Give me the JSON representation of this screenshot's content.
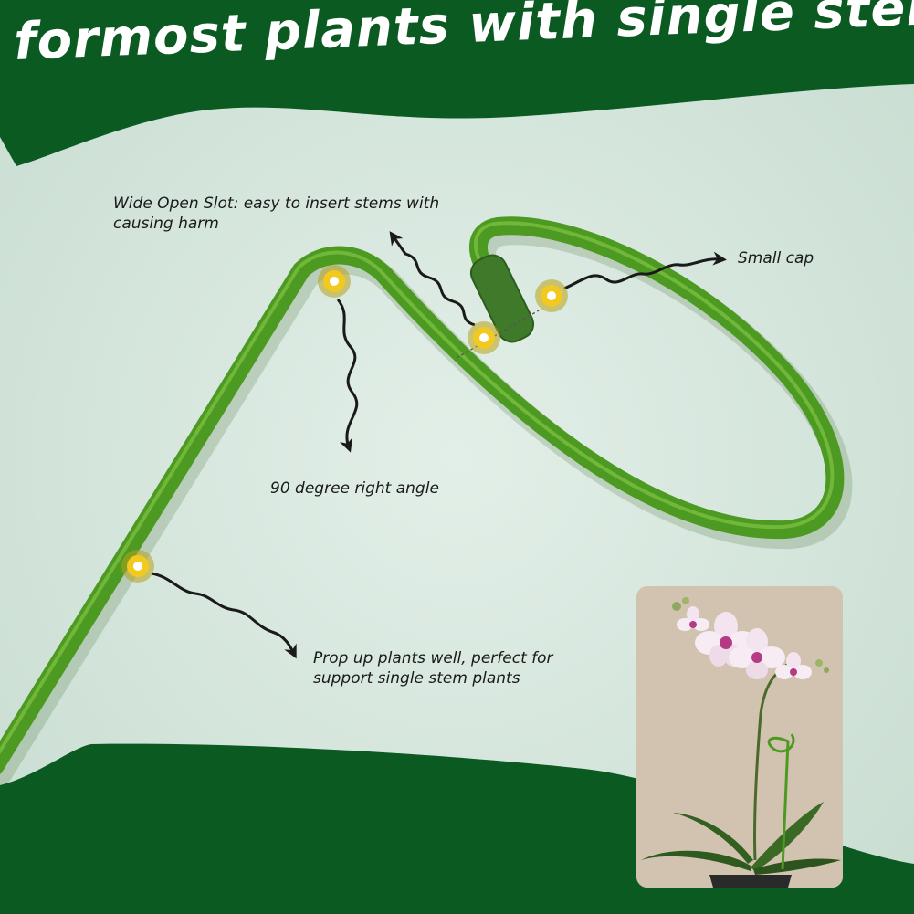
{
  "headline": "formost plants with single stem",
  "callouts": {
    "slot": "Wide Open Slot: easy to insert stems with causing harm",
    "cap": "Small cap",
    "angle": "90 degree right angle",
    "prop": "Prop up plants well, perfect for support single stem plants"
  },
  "colors": {
    "banner_green": "#0a5a22",
    "stake_green": "#4c9a22",
    "cloth": "#d4e6dc",
    "marker_yellow": "#f2c91e",
    "arrow": "#1a1a1a"
  },
  "icons": {
    "marker": "yellow-dot-marker",
    "arrow": "squiggly-arrow"
  }
}
